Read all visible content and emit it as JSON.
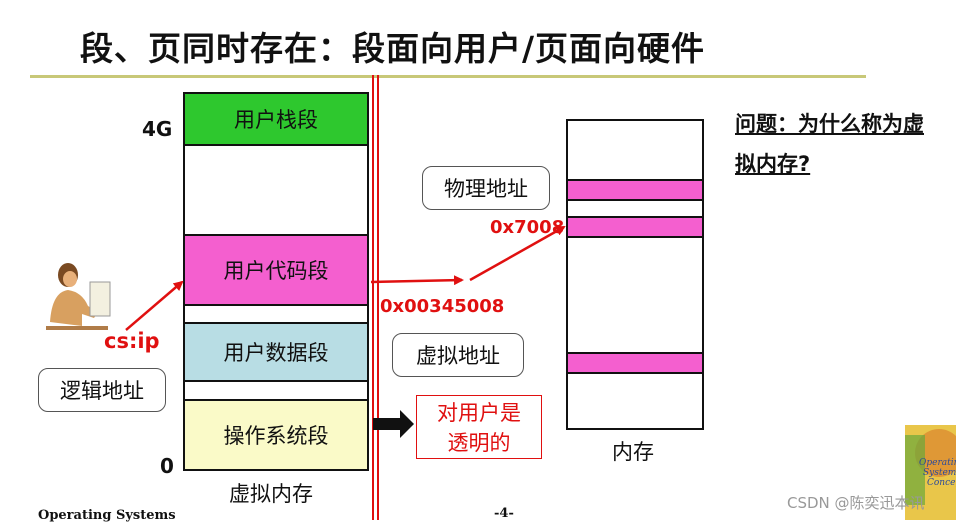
{
  "title": "段、页同时存在：段面向用户/页面向硬件",
  "virtual_memory": {
    "top_label": "4G",
    "bottom_label": "0",
    "caption": "虚拟内存",
    "segments": {
      "stack": "用户栈段",
      "code": "用户代码段",
      "data": "用户数据段",
      "os": "操作系统段"
    }
  },
  "logical": {
    "pointer": "cs:ip",
    "callout": "逻辑地址"
  },
  "virtual_address": {
    "value": "0x00345008",
    "callout": "虚拟地址"
  },
  "physical_address": {
    "value": "0x7008",
    "callout": "物理地址"
  },
  "physical_memory": {
    "caption": "内存"
  },
  "transparent_note": "对用户是透明的",
  "question": "问题：为什么称为虚拟内存?",
  "footer": {
    "left": "Operating Systems",
    "page": "-4-"
  },
  "watermark": "CSDN @陈奕迅本讯",
  "book_cover": "Operating Systems Concepts",
  "colors": {
    "stack": "#2ec82e",
    "code": "#f45fcf",
    "data": "#b8dde4",
    "os": "#fafac8",
    "accent_red": "#e01010",
    "title_rule": "#c8c878"
  }
}
